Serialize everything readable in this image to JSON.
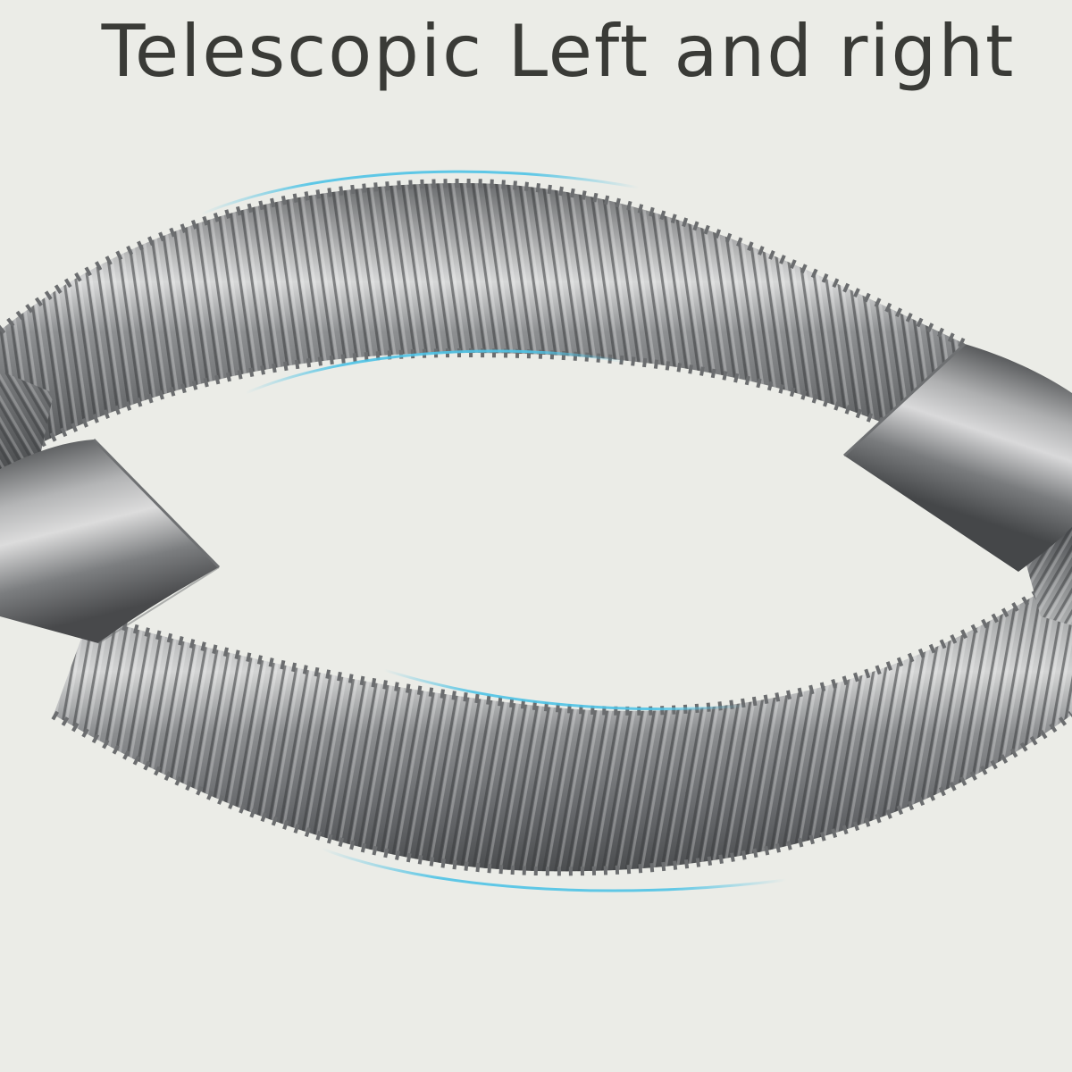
{
  "headline": "Telescopic Left and right",
  "colors": {
    "background": "#ebece7",
    "headline": "#3a3b37",
    "hose_metal": "#8e9092",
    "hose_highlight": "#d2d3d3",
    "motion_accent": "#4ec3e6"
  },
  "illustration": {
    "subject": "two corrugated metallic hoses with smooth sleeve joints",
    "motion_arcs": 4
  }
}
